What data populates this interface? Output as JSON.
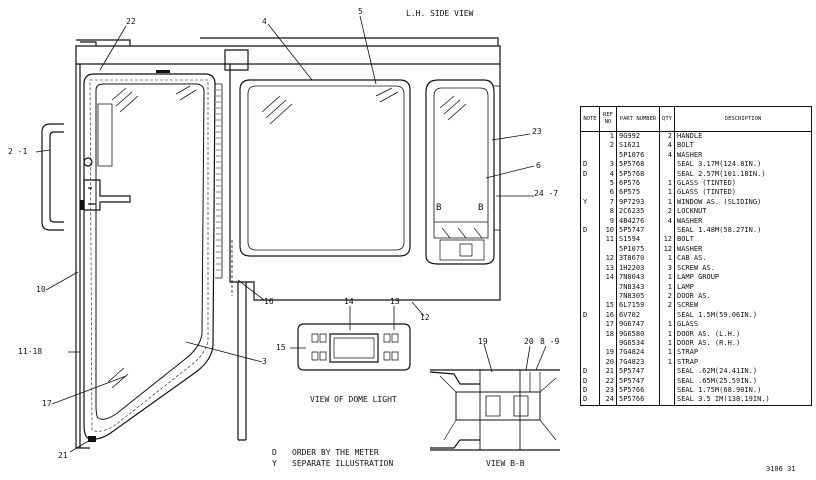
{
  "view_title": "L.H. SIDE VIEW",
  "dome_light_caption": "VIEW OF DOME LIGHT",
  "view_bb_caption": "VIEW B-B",
  "section_marker": "B",
  "legend": [
    {
      "key": "D",
      "text": "ORDER BY THE METER"
    },
    {
      "key": "Y",
      "text": "SEPARATE ILLUSTRATION"
    }
  ],
  "figure_number": "3106 31",
  "callouts": [
    {
      "id": "c22",
      "text": "22"
    },
    {
      "id": "c4",
      "text": "4"
    },
    {
      "id": "c5",
      "text": "5"
    },
    {
      "id": "c2-1",
      "text": "2 -1"
    },
    {
      "id": "c23",
      "text": "23"
    },
    {
      "id": "c6",
      "text": "6"
    },
    {
      "id": "c24-7",
      "text": "24 -7"
    },
    {
      "id": "c10",
      "text": "10"
    },
    {
      "id": "c16",
      "text": "16"
    },
    {
      "id": "c12",
      "text": "12"
    },
    {
      "id": "c14",
      "text": "14"
    },
    {
      "id": "c13",
      "text": "13"
    },
    {
      "id": "c15",
      "text": "15"
    },
    {
      "id": "c3",
      "text": "3"
    },
    {
      "id": "c11-18",
      "text": "11-18"
    },
    {
      "id": "c17",
      "text": "17"
    },
    {
      "id": "c21",
      "text": "21"
    },
    {
      "id": "c19",
      "text": "19"
    },
    {
      "id": "c20",
      "text": "20"
    },
    {
      "id": "c8-9",
      "text": "8 -9"
    }
  ],
  "parts_table": {
    "headers": [
      "NOTE",
      "REF NO",
      "PART NUMBER",
      "QTY",
      "DESCRIPTION"
    ],
    "rows": [
      {
        "note": "",
        "ref": "1",
        "part": "9G992",
        "qty": "2",
        "desc": "HANDLE"
      },
      {
        "note": "",
        "ref": "2",
        "part": "S1621",
        "qty": "4",
        "desc": "BOLT"
      },
      {
        "note": "",
        "ref": "",
        "part": "5P1076",
        "qty": "4",
        "desc": "WASHER"
      },
      {
        "note": "D",
        "ref": "3",
        "part": "5P5768",
        "qty": "",
        "desc": "SEAL 3.17M(124.8IN.)"
      },
      {
        "note": "D",
        "ref": "4",
        "part": "5P5768",
        "qty": "",
        "desc": "SEAL 2.57M(101.18IN.)"
      },
      {
        "note": "",
        "ref": "5",
        "part": "6P576",
        "qty": "1",
        "desc": "GLASS (TINTED)"
      },
      {
        "note": "",
        "ref": "6",
        "part": "6P575",
        "qty": "1",
        "desc": "GLASS (TINTED)"
      },
      {
        "note": "Y",
        "ref": "7",
        "part": "9P7293",
        "qty": "1",
        "desc": "WINDOW AS. (SLIDING)"
      },
      {
        "note": "",
        "ref": "8",
        "part": "2C6235",
        "qty": "2",
        "desc": "LOCKNUT"
      },
      {
        "note": "",
        "ref": "9",
        "part": "4B4276",
        "qty": "4",
        "desc": "WASHER"
      },
      {
        "note": "D",
        "ref": "10",
        "part": "5P5747",
        "qty": "",
        "desc": "SEAL 1.48M(58.27IN.)"
      },
      {
        "note": "",
        "ref": "11",
        "part": "S1594",
        "qty": "12",
        "desc": "BOLT"
      },
      {
        "note": "",
        "ref": "",
        "part": "5P1075",
        "qty": "12",
        "desc": "WASHER"
      },
      {
        "note": "",
        "ref": "12",
        "part": "3T8670",
        "qty": "1",
        "desc": "CAB AS."
      },
      {
        "note": "",
        "ref": "13",
        "part": "1H2203",
        "qty": "3",
        "desc": "SCREW AS."
      },
      {
        "note": "",
        "ref": "14",
        "part": "7N8043",
        "qty": "1",
        "desc": "LAMP GROUP"
      },
      {
        "note": "",
        "ref": "",
        "part": "7N8343",
        "qty": "1",
        "desc": " LAMP"
      },
      {
        "note": "",
        "ref": "",
        "part": "7N8305",
        "qty": "2",
        "desc": " DOOR AS."
      },
      {
        "note": "",
        "ref": "15",
        "part": "6L7159",
        "qty": "2",
        "desc": " SCREW"
      },
      {
        "note": "D",
        "ref": "16",
        "part": "6V702",
        "qty": "",
        "desc": "SEAL 1.5M(59.06IN.)"
      },
      {
        "note": "",
        "ref": "17",
        "part": "9G6747",
        "qty": "1",
        "desc": "GLASS"
      },
      {
        "note": "",
        "ref": "18",
        "part": "9G6580",
        "qty": "1",
        "desc": "DOOR AS. (L.H.)"
      },
      {
        "note": "",
        "ref": "",
        "part": "9G6534",
        "qty": "1",
        "desc": "DOOR AS. (R.H.)"
      },
      {
        "note": "",
        "ref": "19",
        "part": "7G4824",
        "qty": "1",
        "desc": "STRAP"
      },
      {
        "note": "",
        "ref": "20",
        "part": "7G4823",
        "qty": "1",
        "desc": "STRAP"
      },
      {
        "note": "D",
        "ref": "21",
        "part": "5P5747",
        "qty": "",
        "desc": "SEAL .62M(24.41IN.)"
      },
      {
        "note": "D",
        "ref": "22",
        "part": "5P5747",
        "qty": "",
        "desc": "SEAL .65M(25.59IN.)"
      },
      {
        "note": "D",
        "ref": "23",
        "part": "5P5766",
        "qty": "",
        "desc": "SEAL 1.75M(68.90IN.)"
      },
      {
        "note": "D",
        "ref": "24",
        "part": "5P5766",
        "qty": "",
        "desc": "SEAL 3.5 IM(138.19IN.)"
      }
    ]
  }
}
